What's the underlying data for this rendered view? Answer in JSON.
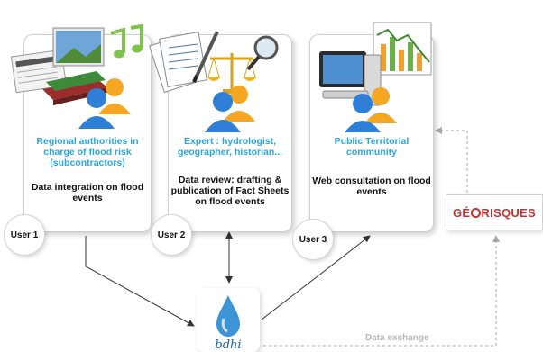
{
  "panels": [
    {
      "user_label": "User 1",
      "role": "Regional authorities in charge of flood risk (subcontractors)",
      "description": "Data integration on flood events",
      "illustration": [
        "newspaper-icon",
        "book-icon",
        "music-notes-icon",
        "photo-icon",
        "person-icon"
      ]
    },
    {
      "user_label": "User 2",
      "role": "Expert : hydrologist, geographer, historian...",
      "description": "Data review: drafting & publication of Fact Sheets on flood events",
      "illustration": [
        "documents-icon",
        "pen-icon",
        "scales-icon",
        "magnifier-icon",
        "person-icon"
      ]
    },
    {
      "user_label": "User 3",
      "role": "Public Territorial community",
      "description": "Web consultation on flood events",
      "illustration": [
        "computer-icon",
        "chart-icon",
        "person-icon"
      ]
    }
  ],
  "georisques": {
    "label_pre": "GÉ",
    "label_post": "RISQUES"
  },
  "hub": {
    "label": "bdhi",
    "icon": "water-drop-icon"
  },
  "exchange_label": "Data exchange",
  "colors": {
    "role_text": "#2aa6df",
    "georisques_red": "#c9312f",
    "hub_text": "#1b5fa0",
    "arrow": "#333333",
    "dashed_arrow": "#a8a8a8"
  }
}
